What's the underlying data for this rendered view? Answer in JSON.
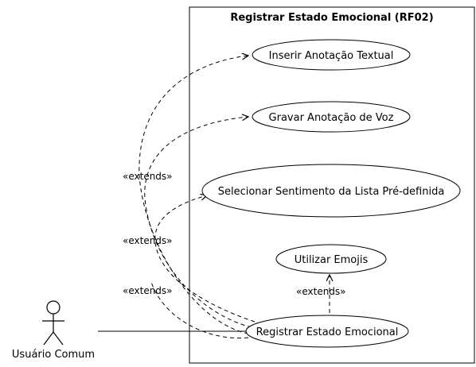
{
  "system": {
    "title": "Registrar Estado Emocional (RF02)"
  },
  "actor": {
    "label": "Usuário Comum"
  },
  "use_cases": {
    "inserir": "Inserir Anotação Textual",
    "gravar": "Gravar Anotação de Voz",
    "selecionar": "Selecionar Sentimento da Lista Pré-definida",
    "emojis": "Utilizar Emojis",
    "registrar": "Registrar Estado Emocional"
  },
  "relations": {
    "extends_1": "«extends»",
    "extends_2": "«extends»",
    "extends_3": "«extends»",
    "extends_4": "«extends»"
  }
}
